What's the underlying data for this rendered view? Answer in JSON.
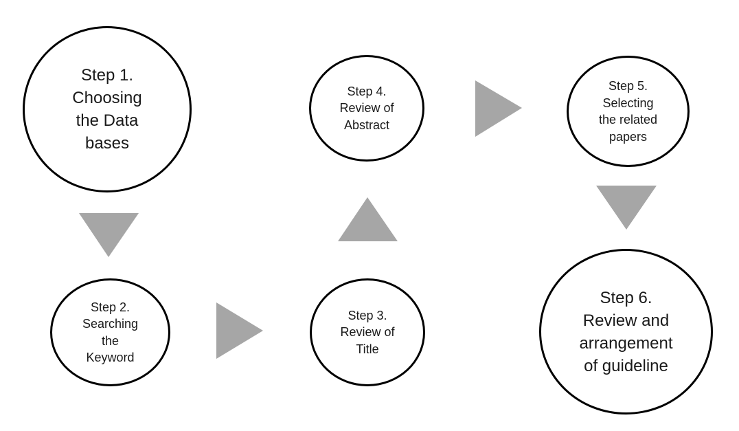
{
  "arrow_color": "#a6a6a6",
  "circle_border_color": "#000000",
  "steps": [
    {
      "lines": [
        "Step 1.",
        "Choosing",
        "the Data",
        "bases"
      ]
    },
    {
      "lines": [
        "Step 2.",
        "Searching",
        "the",
        "Keyword"
      ]
    },
    {
      "lines": [
        "Step 3.",
        "Review of",
        "Title"
      ]
    },
    {
      "lines": [
        "Step 4.",
        "Review of",
        "Abstract"
      ]
    },
    {
      "lines": [
        "Step 5.",
        "Selecting",
        "the related",
        "papers"
      ]
    },
    {
      "lines": [
        "Step 6.",
        "Review and",
        "arrangement",
        "of guideline"
      ]
    }
  ]
}
